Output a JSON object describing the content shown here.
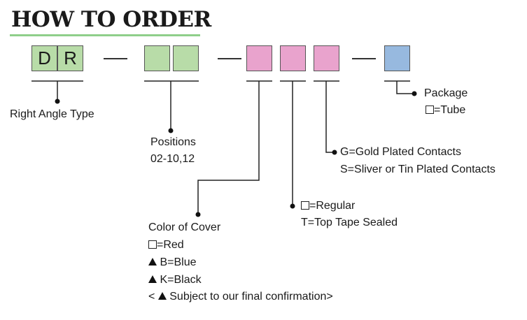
{
  "title": "HOW TO ORDER",
  "code_letters": [
    "D",
    "R"
  ],
  "labels": {
    "type": "Right Angle Type",
    "positions_title": "Positions",
    "positions_values": "02-10,12",
    "package_title": "Package",
    "package_tube": "=Tube",
    "plating_g": "G=Gold Plated Contacts",
    "plating_s": "S=Sliver or Tin Plated Contacts",
    "seal_regular": "=Regular",
    "seal_tape": "T=Top Tape Sealed",
    "cover_title": "Color of Cover",
    "cover_red": "=Red",
    "cover_blue": " B=Blue",
    "cover_black": " K=Black",
    "cover_note_open": "<",
    "cover_note": " Subject to our final confirmation>"
  },
  "colors": {
    "type_box": "#b8dca8",
    "positions_box": "#b8dca8",
    "option_box": "#e9a3cd",
    "package_box": "#97b9df",
    "title_rule": "#8fcf8a"
  },
  "icons": [
    "empty-square-icon",
    "triangle-icon"
  ]
}
